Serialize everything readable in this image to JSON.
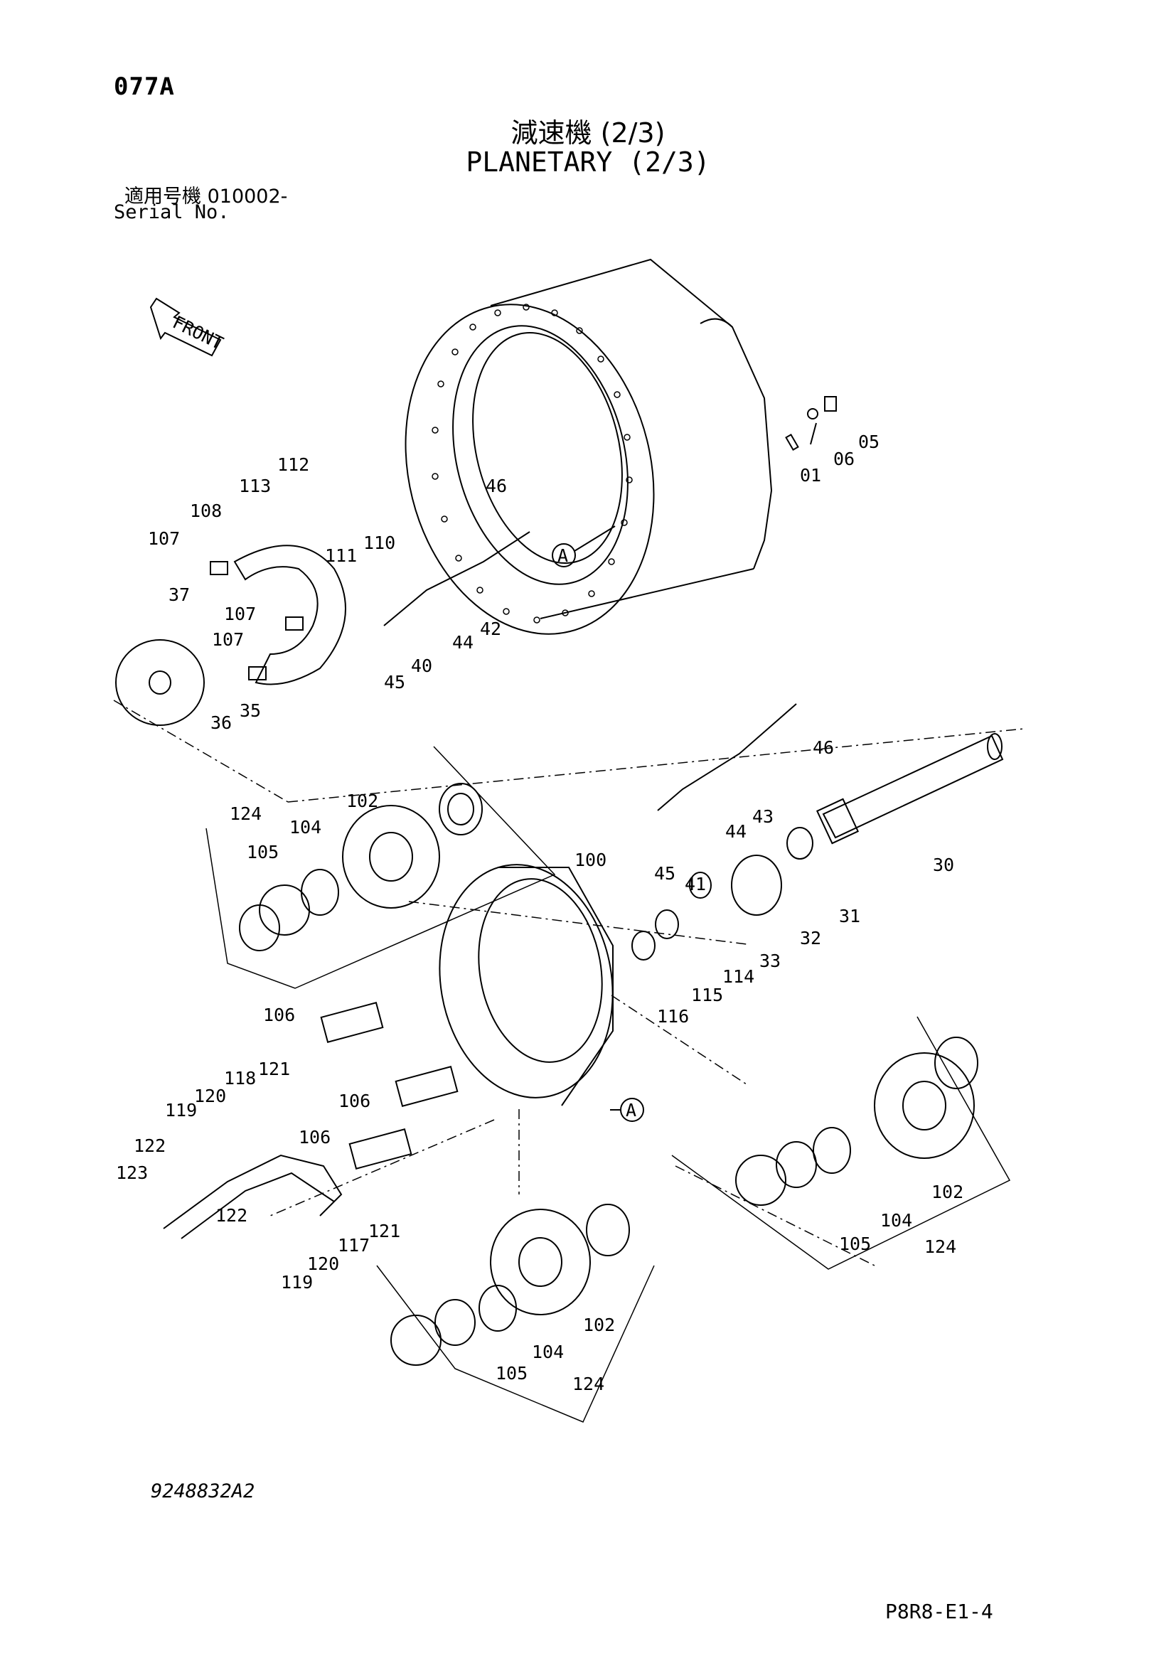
{
  "header": {
    "page_code": "077A",
    "title_jp": "減速機 (2/3)",
    "title_en": "PLANETARY (2/3)",
    "serial_jp": "適用号機  010002-",
    "serial_en": "Serial No."
  },
  "front_label": "FRONT",
  "callouts": {
    "a_top": "A",
    "a_bottom": "A",
    "p01": "01",
    "p05": "05",
    "p06": "06",
    "p30": "30",
    "p31": "31",
    "p32": "32",
    "p33": "33",
    "p35": "35",
    "p36": "36",
    "p37": "37",
    "p40": "40",
    "p41": "41",
    "p42": "42",
    "p43": "43",
    "p44a": "44",
    "p44b": "44",
    "p45a": "45",
    "p45b": "45",
    "p46a": "46",
    "p46b": "46",
    "p100": "100",
    "p102a": "102",
    "p102b": "102",
    "p102c": "102",
    "p104a": "104",
    "p104b": "104",
    "p104c": "104",
    "p105a": "105",
    "p105b": "105",
    "p105c": "105",
    "p106a": "106",
    "p106b": "106",
    "p106c": "106",
    "p107a": "107",
    "p107b": "107",
    "p107c": "107",
    "p108": "108",
    "p110": "110",
    "p111": "111",
    "p112": "112",
    "p113": "113",
    "p114": "114",
    "p115": "115",
    "p116": "116",
    "p117": "117",
    "p118": "118",
    "p119a": "119",
    "p119b": "119",
    "p120a": "120",
    "p120b": "120",
    "p121a": "121",
    "p121b": "121",
    "p122a": "122",
    "p122b": "122",
    "p123": "123",
    "p124a": "124",
    "p124b": "124",
    "p124c": "124"
  },
  "footer": {
    "drawing_number": "9248832A2",
    "sheet_code": "P8R8-E1-4"
  }
}
